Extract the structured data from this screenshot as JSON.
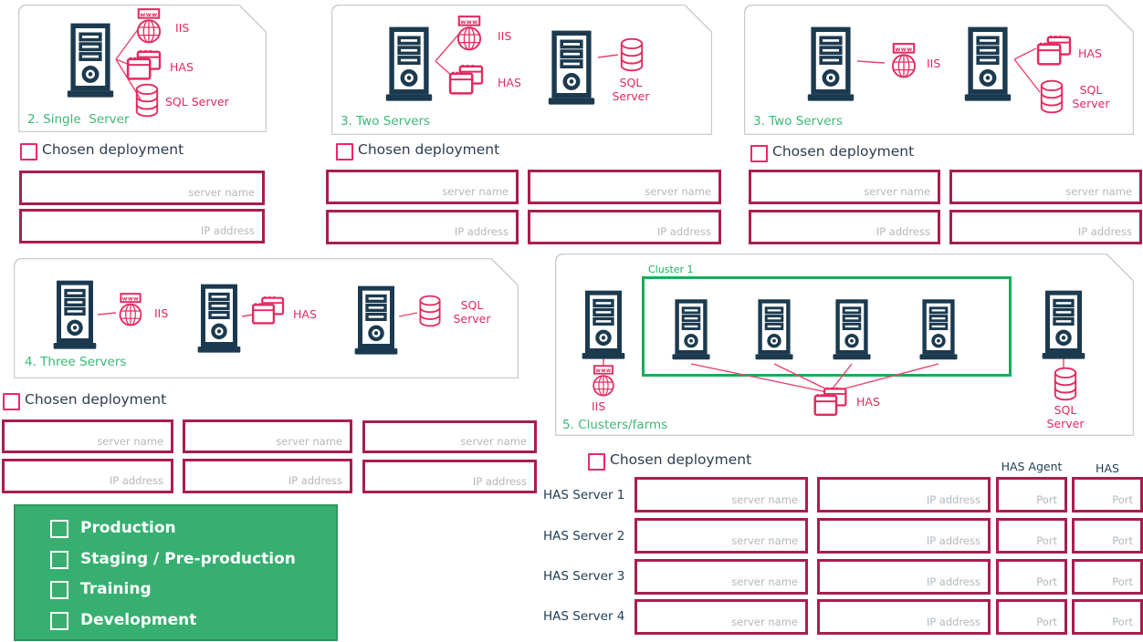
{
  "labels": {
    "chosen_deployment": "Chosen deployment",
    "server_name_placeholder": "server name",
    "ip_address_placeholder": "IP address",
    "port_placeholder": "Port",
    "www": "www"
  },
  "panels": {
    "single_server": {
      "title": "2. Single  Server",
      "iis": "IIS",
      "has": "HAS",
      "sql_server": "SQL Server"
    },
    "two_servers_a": {
      "title": "3. Two Servers",
      "iis": "IIS",
      "has": "HAS",
      "sql_line1": "SQL",
      "sql_line2": "Server"
    },
    "two_servers_b": {
      "title": "3. Two Servers",
      "iis": "IIS",
      "has": "HAS",
      "sql_line1": "SQL",
      "sql_line2": "Server"
    },
    "three_servers": {
      "title": "4. Three Servers",
      "iis": "IIS",
      "has": "HAS",
      "sql_line1": "SQL",
      "sql_line2": "Server"
    },
    "clusters_farms": {
      "title": "5. Clusters/farms",
      "cluster_label": "Cluster 1",
      "iis": "IIS",
      "has": "HAS",
      "sql_line1": "SQL",
      "sql_line2": "Server"
    }
  },
  "has_table": {
    "header_has_agent": "HAS Agent",
    "header_has": "HAS",
    "rows": [
      {
        "label": "HAS Server 1"
      },
      {
        "label": "HAS Server 2"
      },
      {
        "label": "HAS Server 3"
      },
      {
        "label": "HAS Server 4"
      }
    ]
  },
  "environments": {
    "items": [
      {
        "label": "Production"
      },
      {
        "label": "Staging / Pre-production"
      },
      {
        "label": "Training"
      },
      {
        "label": "Development"
      }
    ]
  },
  "icons": {
    "server": "server-tower-icon",
    "iis": "globe-www-icon",
    "has": "app-windows-icon",
    "sql": "database-icon",
    "checkbox": "checkbox-icon"
  },
  "colors": {
    "navy": "#1C3A4F",
    "crimson": "#E22A5F",
    "input_border": "#A91E4B",
    "green_text": "#3CB878",
    "cluster_green": "#17AD5B",
    "env_box_green": "#37AF70",
    "placeholder_gray": "#B3B8BC"
  }
}
